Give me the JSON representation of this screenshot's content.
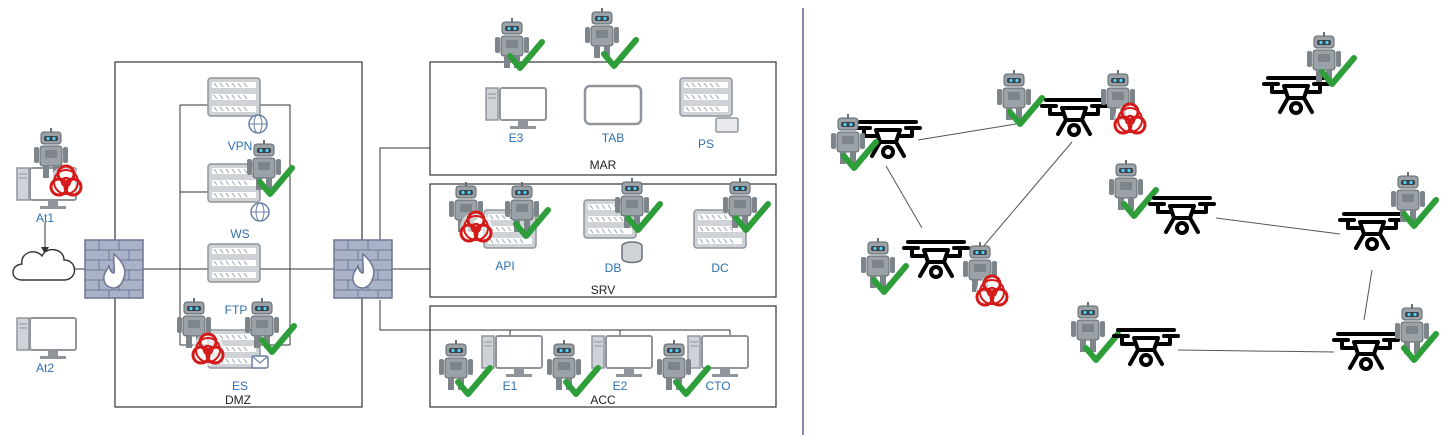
{
  "colors": {
    "label_blue": "#2e6fb0",
    "label_dark": "#222222",
    "check_green": "#2e9e3a",
    "biohazard_red": "#d51a1a",
    "robot_gray": "#8e969c",
    "firewall_blue": "#8a94b0",
    "divider": "#3a3a7a",
    "title_blue": "#27279a"
  },
  "network": {
    "zones": {
      "dmz": "DMZ",
      "mar": "MAR",
      "srv": "SRV",
      "acc": "ACC"
    },
    "hosts": {
      "at1": "At1",
      "at2": "At2",
      "vpn": "VPN",
      "ws": "WS",
      "ftp": "FTP",
      "es": "ES",
      "e3": "E3",
      "tab": "TAB",
      "ps": "PS",
      "api": "API",
      "db": "DB",
      "dc": "DC",
      "e1": "E1",
      "e2": "E2",
      "cto": "CTO"
    }
  },
  "drones": {
    "icons": [
      "drone-icon",
      "drone-icon",
      "drone-icon",
      "drone-icon",
      "drone-icon",
      "drone-icon",
      "drone-icon",
      "drone-icon"
    ],
    "status": [
      "secure",
      "secure-and-compromised",
      "secure",
      "secure-and-compromised",
      "secure",
      "secure",
      "secure",
      "secure"
    ]
  }
}
